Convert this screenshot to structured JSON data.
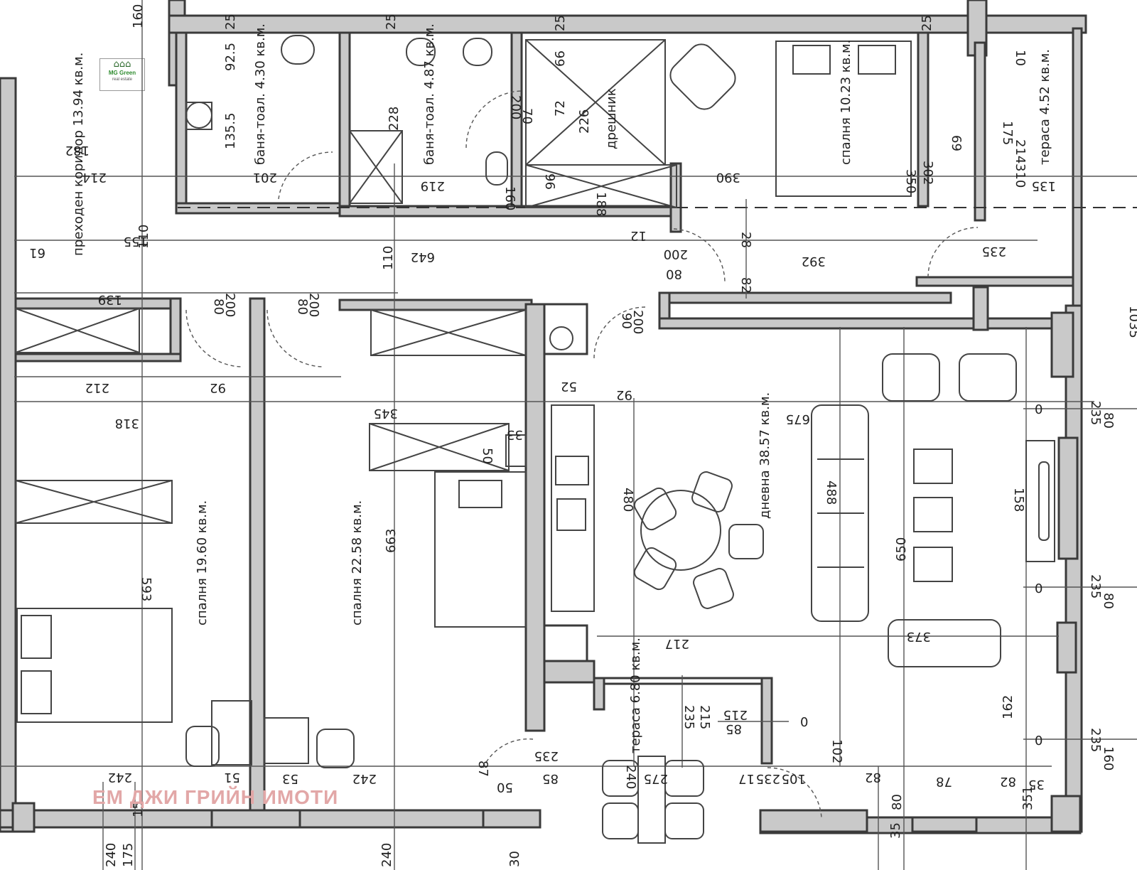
{
  "logo": {
    "houses": "⌂⌂⌂",
    "name": "MG Green",
    "subtitle": "real estate"
  },
  "watermark": "ЕМ ДЖИ ГРИЙН ИМОТИ",
  "rooms": {
    "corridor": "преходен коридор 13.94 кв.м.",
    "bath1": "баня-тоал. 4.30 кв.м.",
    "bath2": "баня-тоал. 4.87 кв.м.",
    "dressing": "дрешник",
    "bedroom_top": "спалня 10.23 кв.м.",
    "terrace_top": "тераса 4.52 кв.м.",
    "living": "дневна 38.57 кв.м.",
    "bedroom_left": "спалня 19.60 кв.м.",
    "bedroom_mid": "спалня 22.58 кв.м.",
    "terrace_bottom": "тераса 6.80 кв.м."
  },
  "dims": {
    "d160": "160",
    "d25a": "25",
    "d25b": "25",
    "d25c": "25",
    "d25d": "25",
    "d92": "92.5",
    "d135": "135.5",
    "d228": "228",
    "d226": "226",
    "d72": "72",
    "d66": "66",
    "d200a": "200",
    "d70": "70",
    "d175": "175",
    "d214": "214",
    "d310": "310",
    "d135b": "135",
    "d350": "350",
    "d302": "302",
    "d390": "390",
    "d69": "69",
    "d10": "10",
    "d182": "182",
    "d214b": "214",
    "d201": "201",
    "d219": "219",
    "d160b": "160",
    "d188": "188",
    "d96": "96",
    "d12": "12",
    "d61": "61",
    "d155": "155",
    "d110": "110",
    "d642": "642",
    "d110b": "110",
    "d392": "392",
    "d235": "235",
    "d200b": "200",
    "d80": "80",
    "d82": "82",
    "d28": "28",
    "d139": "139",
    "d80b": "80",
    "d200c": "200",
    "d80c": "80",
    "d200d": "200",
    "d90": "90",
    "d200e": "200",
    "d212": "212",
    "d92b": "92",
    "d92c": "92",
    "d318": "318",
    "d345": "345",
    "d675": "675",
    "d235b": "235",
    "d80d": "80",
    "d0a": "0",
    "d33": "33",
    "d50": "50",
    "d52": "52",
    "d488": "488",
    "d480": "480",
    "d158": "158",
    "d593": "593",
    "d663": "663",
    "d650": "650",
    "d373": "373",
    "d217": "217",
    "d235c": "235",
    "d80e": "80",
    "d0b": "0",
    "d235d": "235",
    "d215": "215",
    "d215b": "215",
    "d85": "85",
    "d0c": "0",
    "d102": "102",
    "d162": "162",
    "d0d": "0",
    "d235e": "235",
    "d160c": "160",
    "d242": "242",
    "d51": "51",
    "d53": "53",
    "d242b": "242",
    "d87": "87",
    "d50b": "50",
    "d235f": "235",
    "d85b": "85",
    "d240": "240",
    "d275": "275",
    "d17": "17",
    "d235g": "235",
    "d105": "105",
    "d82b": "82",
    "d78": "78",
    "d82c": "82",
    "d35": "35",
    "d351": "351",
    "d240b": "240",
    "d175b": "175",
    "d15": "15",
    "d240c": "240",
    "d30": "30",
    "d35b": "35",
    "d80f": "80",
    "d1035": "1035"
  }
}
